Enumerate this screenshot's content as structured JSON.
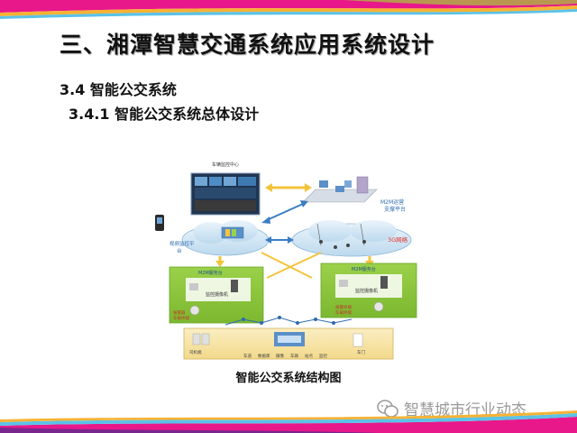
{
  "slide": {
    "title": "三、湘潭智慧交通系统应用系统设计",
    "section": "3.4 智能公交系统",
    "subsection": "3.4.1 智能公交系统总体设计",
    "caption": "智能公交系统结构图"
  },
  "diagram": {
    "monitor_center_label": "车辆监控中心",
    "m2m_platform_label_1": "M2M运营",
    "m2m_platform_label_2": "支撑平台",
    "video_platform_label_1": "视频监控平",
    "video_platform_label_2": "台",
    "network_3g_label": "3G网络",
    "module_left_title": "M2M服务台",
    "module_left_device": "监控摄像机",
    "module_left_alarm_1": "报警器",
    "module_left_alarm_2": "车载终端",
    "module_right_title": "M2M服务台",
    "module_right_device": "监控摄像机",
    "module_right_alarm_1": "报警终端",
    "module_right_alarm_2": "车载终端",
    "bus_labels": [
      "车道",
      "数据库",
      "摄像",
      "车辆",
      "站点",
      "监控"
    ],
    "bus_left_label": "司机端",
    "bus_right_label": "车门"
  },
  "watermark": {
    "text": "智慧城市行业动态"
  },
  "colors": {
    "accent_green": "#8dc63f",
    "accent_blue": "#3b7dc4",
    "accent_yellow": "#f6c342",
    "network_red": "#e0312c"
  }
}
